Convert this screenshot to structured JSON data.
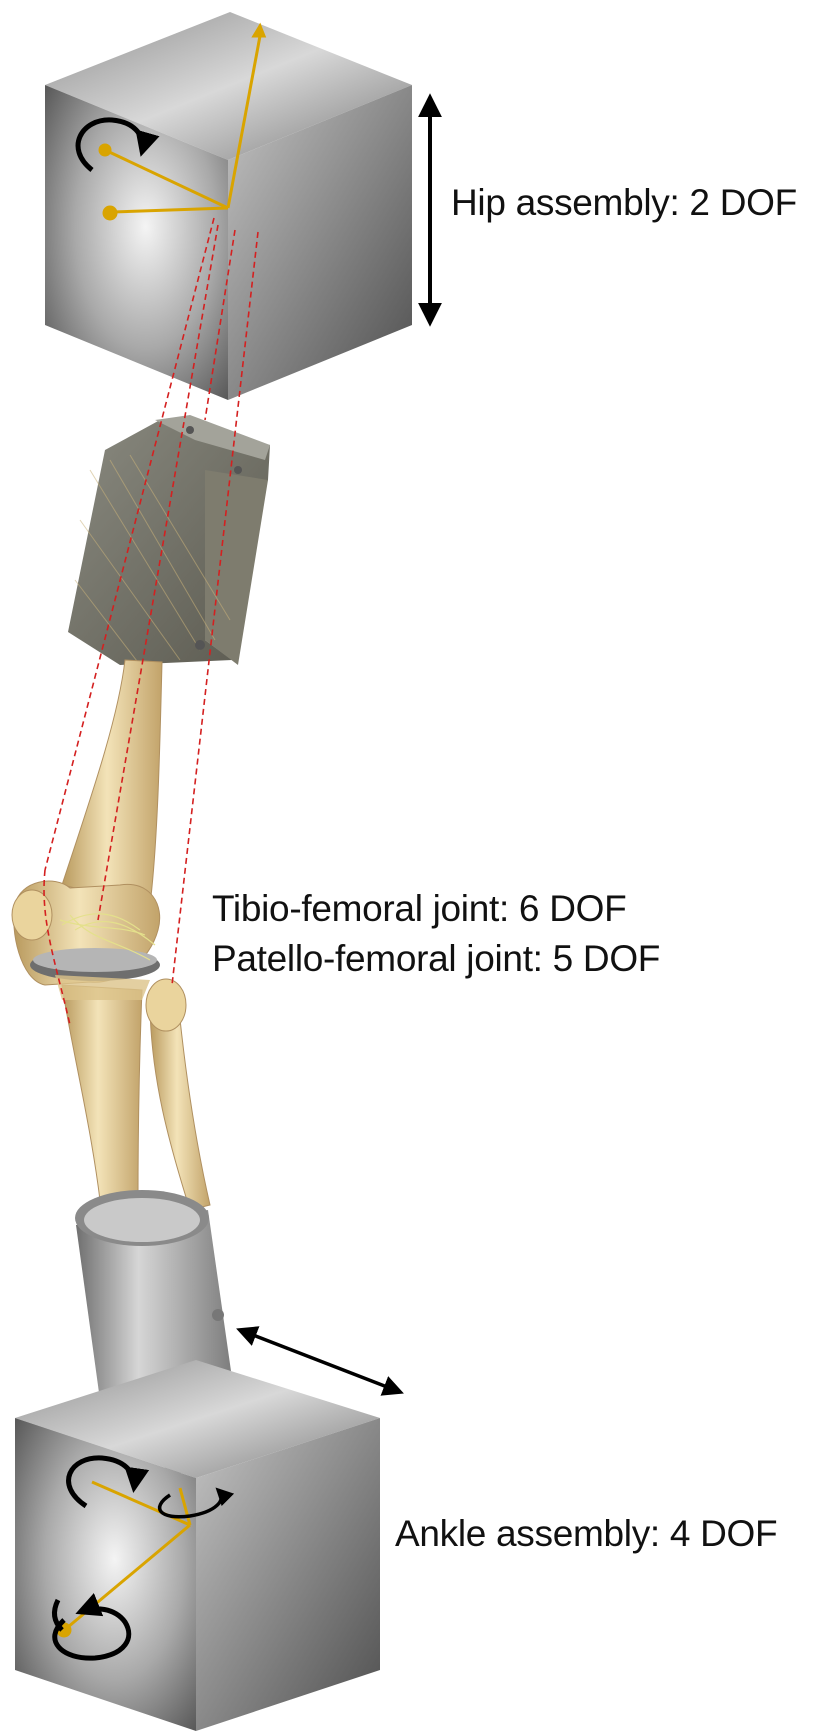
{
  "labels": {
    "hip": "Hip assembly: 2 DOF",
    "tibio_femoral": "Tibio-femoral joint: 6 DOF",
    "patello_femoral": "Patello-femoral joint: 5 DOF",
    "ankle": "Ankle assembly: 4 DOF"
  },
  "colors": {
    "bone": "#e3cb96",
    "block_light": "#f2f2f2",
    "block_dark": "#555555",
    "axis": "#d9a400",
    "ligament": "#cc1f1f",
    "arrow": "#000000"
  }
}
